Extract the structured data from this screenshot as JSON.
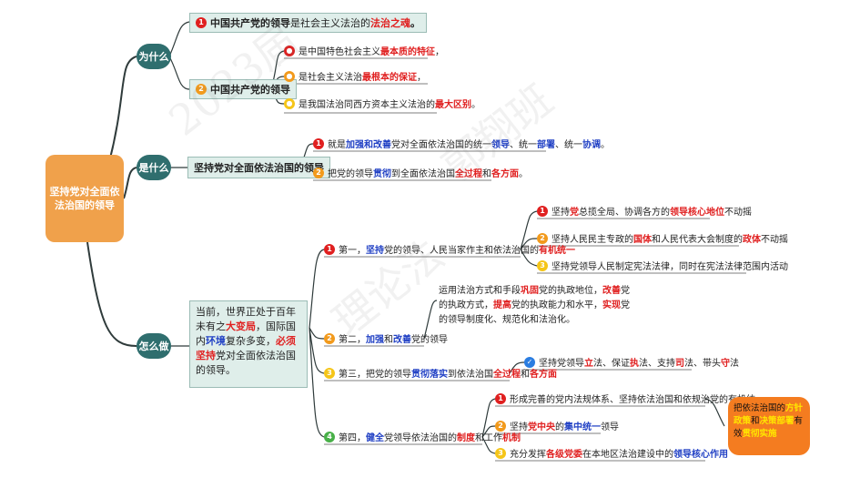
{
  "root": {
    "label": "坚持党对全面依法治国的领导"
  },
  "branches": {
    "why": {
      "label": "为什么"
    },
    "what": {
      "label": "是什么"
    },
    "how": {
      "label": "怎么做"
    }
  },
  "why": {
    "item1": {
      "num": "1",
      "pre": "中国共产党的领导",
      "mid": "是社会主义法治的",
      "emph": "法治之魂",
      "post": "。"
    },
    "item2": {
      "num": "2",
      "label": "中国共产党的领导"
    },
    "sub": [
      {
        "pre": "是中国特色社会主义",
        "emph": "最本质的特征",
        "post": "，"
      },
      {
        "pre": "是社会主义法治",
        "emph": "最根本的保证",
        "post": "，"
      },
      {
        "pre": "是我国法治同西方资本主义法治的",
        "emph": "最大区别",
        "post": "。"
      }
    ]
  },
  "what": {
    "node": "坚持党对全面依法治国的领导",
    "items": [
      {
        "num": "1",
        "t1": "就是",
        "e1": "加强和改善",
        "t2": "党对全面依法治国的统一",
        "e2": "领导",
        "t3": "、统一",
        "e3": "部署",
        "t4": "、统一",
        "e4": "协调",
        "t5": "。"
      },
      {
        "num": "2",
        "t1": "把党的领导",
        "e1": "贯彻",
        "t2": "到全面依法治国",
        "e2": "全过程",
        "t3": "和",
        "e3": "各方面",
        "t4": "。"
      }
    ]
  },
  "how": {
    "context": {
      "t1": "当前，世界正处于百年未有之",
      "e1": "大变局",
      "t2": "，国际国内",
      "e2": "环境",
      "t3": "复杂多变，",
      "e3": "必须坚持",
      "t4": "党对全面依法治国的领导。"
    },
    "one": {
      "num": "1",
      "t1": "第一，",
      "e1": "坚持",
      "t2": "党的领导、人民当家作主和依法治国的",
      "e2": "有机统一"
    },
    "one_sub": [
      {
        "num": "1",
        "t1": "坚持",
        "e1": "党",
        "t2": "总揽全局、协调各方的",
        "e2": "领导核心地位",
        "t3": "不动摇"
      },
      {
        "num": "2",
        "t1": "坚持人民民主专政的",
        "e1": "国体",
        "t2": "和人民代表大会制度的",
        "e2": "政体",
        "t3": "不动摇"
      },
      {
        "num": "3",
        "t1": "坚持党领导人民制定宪法法律，同时在宪法法律范围内活动"
      }
    ],
    "two": {
      "num": "2",
      "t1": "第二，",
      "e1": "加强",
      "t2": "和",
      "e2": "改善",
      "t3": "党的领导"
    },
    "two_text": {
      "t1": "运用法治方式和手段",
      "e1": "巩固",
      "t2": "党的执政地位，",
      "e2": "改善",
      "t3": "党的执政方式，",
      "e3": "提高",
      "t4": "党的执政能力和水平，",
      "e4": "实现",
      "t5": "党的领导制度化、规范化和法治化。"
    },
    "three": {
      "num": "3",
      "t1": "第三，把党的领导",
      "e1": "贯彻落实",
      "t2": "到依法治国",
      "e2": "全过程",
      "t3": "和",
      "e3": "各方面"
    },
    "three_sub": {
      "t1": "坚持党领导",
      "e1": "立",
      "t2": "法、保证",
      "e2": "执",
      "t3": "法、支持",
      "e3": "司",
      "t4": "法、带头",
      "e4": "守",
      "t5": "法"
    },
    "four": {
      "num": "4",
      "t1": "第四，",
      "e1": "健全",
      "t2": "党领导依法治国的",
      "e2": "制度",
      "t3": "和工作",
      "e3": "机制"
    },
    "four_sub": [
      {
        "num": "1",
        "t1": "形成完善的党内法规体系、坚持依法治国和依规治党的有机统一"
      },
      {
        "num": "2",
        "t1": "坚持",
        "e1": "党中央",
        "t2": "的",
        "e2": "集中统一",
        "t3": "领导"
      },
      {
        "num": "3",
        "t1": "充分发挥",
        "e1": "各级党委",
        "t2": "在本地区法治建设中的",
        "e2": "领导核心作用"
      }
    ],
    "summary": {
      "t1": "把依法治国的",
      "e1": "方针政策",
      "t2": "和",
      "e2": "决策部署",
      "t3": "有效",
      "e3": "贯彻实施"
    }
  },
  "watermark": [
    "2023届",
    "理论法",
    "郭翔班"
  ]
}
